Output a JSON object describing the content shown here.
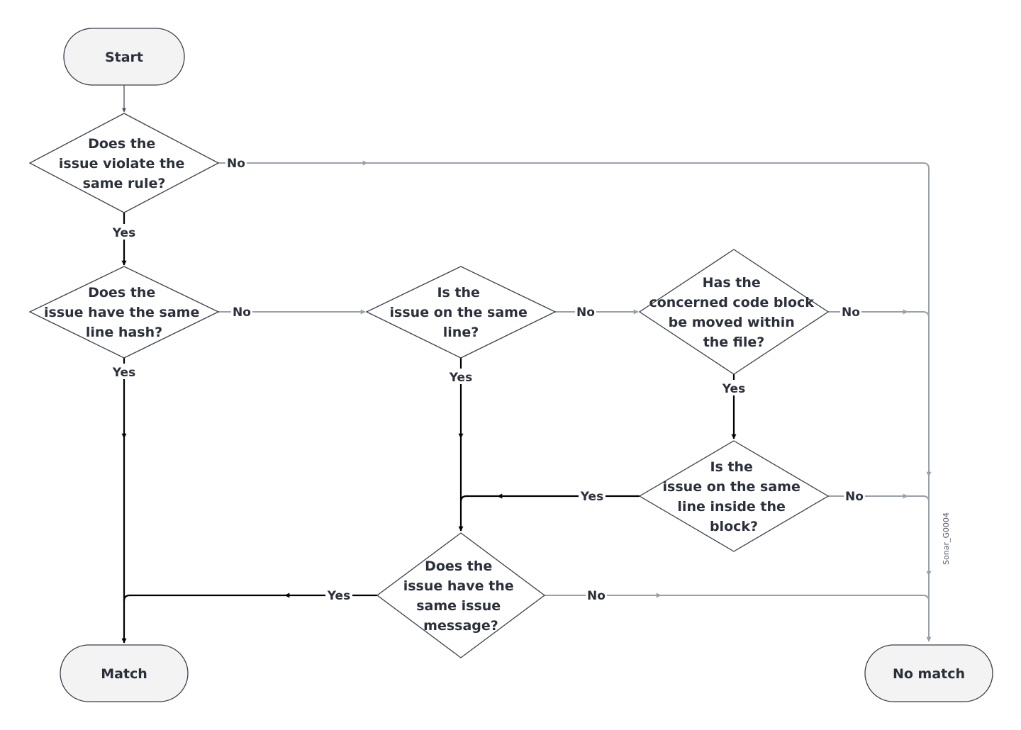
{
  "nodes": {
    "start": "Start",
    "q_rule": [
      "Does the",
      "issue violate the",
      "same rule?"
    ],
    "q_hash": [
      "Does the",
      "issue have the same",
      "line hash?"
    ],
    "q_line": [
      "Is the",
      "issue on the same",
      "line?"
    ],
    "q_moved": [
      "Has the",
      "concerned code block",
      "be moved within",
      "the file?"
    ],
    "q_block": [
      "Is the",
      "issue on the same",
      "line inside the",
      "block?"
    ],
    "q_message": [
      "Does the",
      "issue have the",
      "same issue",
      "message?"
    ],
    "match": "Match",
    "no_match": "No match"
  },
  "edge_labels": {
    "yes": "Yes",
    "no": "No"
  },
  "watermark": "Sonar_G0004",
  "colors": {
    "yes_path": "#000000",
    "no_path": "#9aa0a8",
    "outline": "#3a3f4b",
    "text": "#2b2f3a"
  }
}
